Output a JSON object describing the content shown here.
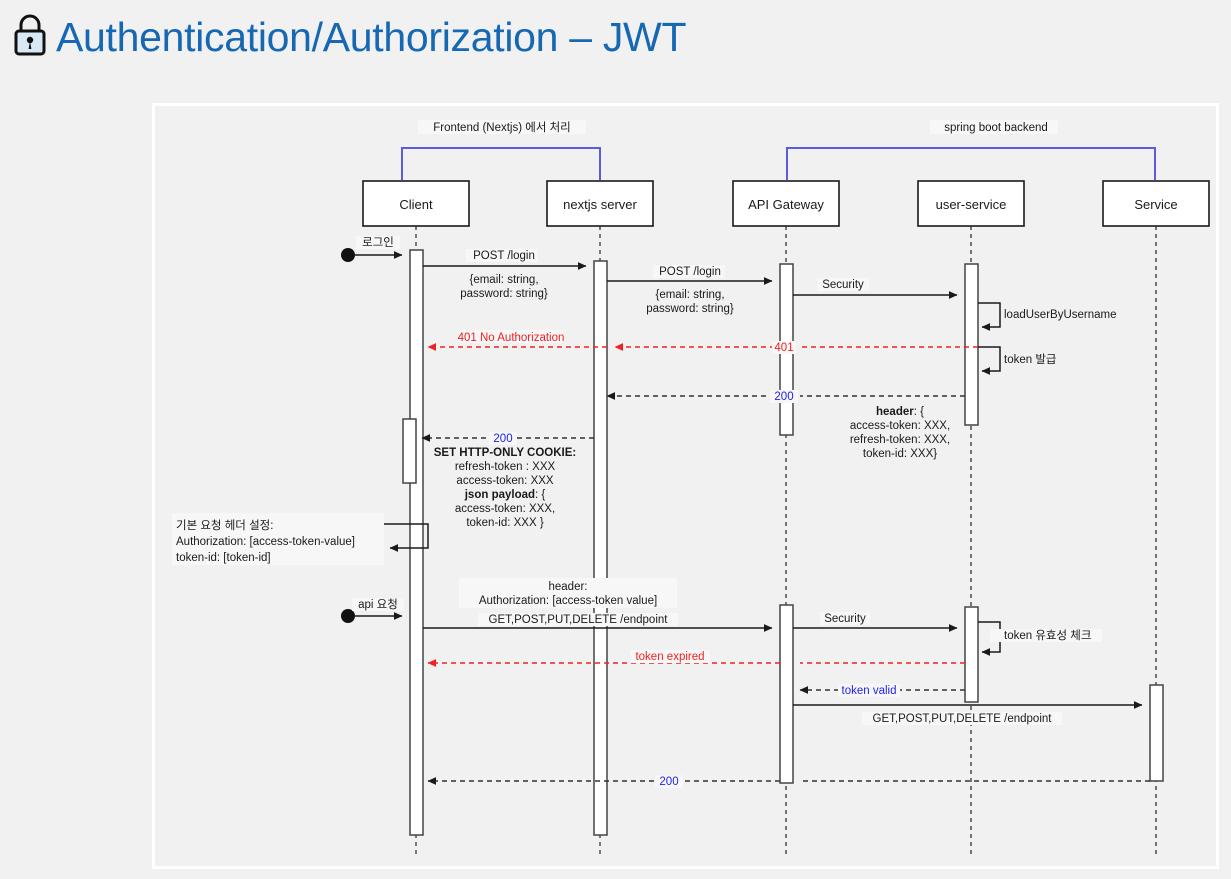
{
  "header": {
    "icon": "lock-icon",
    "title": "Authentication/Authorization – JWT",
    "title_color": "#1668b3"
  },
  "diagram": {
    "type": "sequence-diagram",
    "background": "#f1f1f1",
    "frame_border_color": "#ffffff",
    "groups": [
      {
        "label": "Frontend (Nextjs) 에서 처리",
        "color": "#5b5bdd",
        "participants": [
          "Client",
          "nextjs server"
        ]
      },
      {
        "label": "spring boot backend",
        "color": "#5b5bdd",
        "participants": [
          "API Gateway",
          "Service"
        ]
      }
    ],
    "participants": [
      {
        "id": "client",
        "label": "Client"
      },
      {
        "id": "nextjs",
        "label": "nextjs server"
      },
      {
        "id": "gateway",
        "label": "API Gateway"
      },
      {
        "id": "userservice",
        "label": "user-service"
      },
      {
        "id": "service",
        "label": "Service"
      }
    ],
    "actor_labels": [
      {
        "label": "로그인"
      },
      {
        "label": "api 요청"
      }
    ],
    "messages": [
      {
        "from": "client",
        "to": "nextjs",
        "label": "POST /login",
        "sub": "{email: string,\npassword: string}",
        "kind": "solid"
      },
      {
        "from": "nextjs",
        "to": "gateway",
        "label": "POST /login",
        "sub": "{email: string,\npassword: string}",
        "kind": "solid"
      },
      {
        "from": "gateway",
        "to": "userservice",
        "label": "Security",
        "kind": "solid"
      },
      {
        "from": "userservice",
        "to": "userservice",
        "label": "loadUserByUsername",
        "kind": "self"
      },
      {
        "from": "gateway",
        "to": "client",
        "label": "401 No Authorization",
        "label2": "401",
        "kind": "dashed-red"
      },
      {
        "from": "userservice",
        "to": "userservice",
        "label": "token 발급",
        "kind": "self"
      },
      {
        "from": "userservice",
        "to": "nextjs",
        "label": "200",
        "sub": "header: {\naccess-token: XXX,\nrefresh-token: XXX,\ntoken-id: XXX}",
        "kind": "dashed"
      },
      {
        "from": "nextjs",
        "to": "client",
        "label": "200",
        "sub": "SET HTTP-ONLY COOKIE:\nrefresh-token : XXX\naccess-token: XXX\njson payload: {\naccess-token: XXX,\ntoken-id: XXX }",
        "kind": "dashed"
      },
      {
        "from": "client",
        "to": "gateway",
        "label": "header:\nAuthorization: [access-token value]",
        "sub": "GET,POST,PUT,DELETE /endpoint",
        "kind": "solid"
      },
      {
        "from": "gateway",
        "to": "userservice",
        "label": "Security",
        "kind": "solid"
      },
      {
        "from": "userservice",
        "to": "userservice",
        "label": "token 유효성 체크",
        "kind": "self"
      },
      {
        "from": "userservice",
        "to": "client",
        "label": "token expired",
        "kind": "dashed-red"
      },
      {
        "from": "userservice",
        "to": "gateway",
        "label": "token valid",
        "kind": "dashed-blue"
      },
      {
        "from": "gateway",
        "to": "service",
        "label": "GET,POST,PUT,DELETE /endpoint",
        "kind": "solid"
      },
      {
        "from": "service",
        "to": "client",
        "label": "200",
        "kind": "dashed"
      }
    ],
    "notes": [
      {
        "text": "기본 요청 헤더 설정:\nAuthorization:  [access-token-value]\ntoken-id: [token-id]",
        "attached_to": "client"
      }
    ],
    "labels": {
      "login_actor": "로그인",
      "api_actor": "api 요청",
      "post_login": "POST /login",
      "credentials_line1": "{email: string,",
      "credentials_line2": "password: string}",
      "security": "Security",
      "load_user": "loadUserByUsername",
      "token_issue": "token 발급",
      "unauthorized_full": "401 No Authorization",
      "status_401": "401",
      "status_200": "200",
      "header_bold": "header",
      "header_open": ": {",
      "access_token": "access-token: XXX,",
      "refresh_token": "refresh-token: XXX,",
      "token_id_close": "token-id: XXX}",
      "set_cookie": "SET HTTP-ONLY COOKIE:",
      "cookie_refresh": "refresh-token : XXX",
      "cookie_access": "access-token: XXX",
      "json_payload_bold": "json payload",
      "json_payload_open": ": {",
      "payload_access": "access-token: XXX,",
      "payload_tokenid": "token-id: XXX }",
      "note_line1": "기본 요청 헤더 설정:",
      "note_line2": "Authorization:  [access-token-value]",
      "note_line3": "token-id: [token-id]",
      "req_header": "header:",
      "req_auth": "Authorization: [access-token value]",
      "endpoint_methods": "GET,POST,PUT,DELETE /endpoint",
      "token_check": "token 유효성 체크",
      "token_expired": "token expired",
      "token_valid": "token valid",
      "group_frontend": "Frontend (Nextjs) 에서 처리",
      "group_backend": "spring boot backend"
    }
  }
}
